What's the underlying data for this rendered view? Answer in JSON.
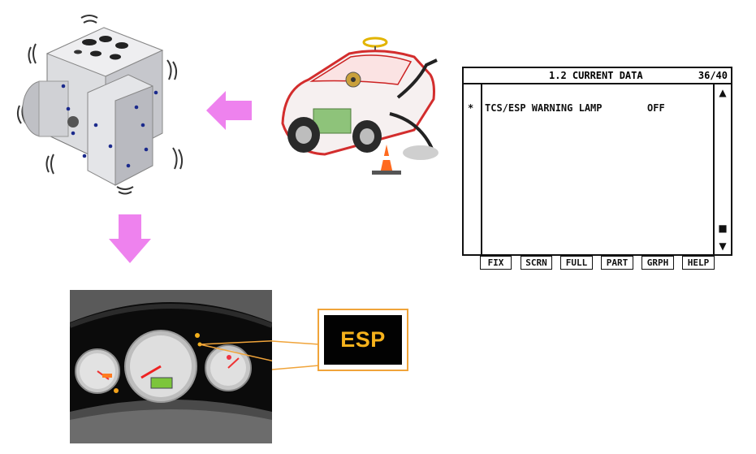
{
  "scan_tool": {
    "title": "1.2 CURRENT DATA",
    "page": "36/40",
    "row": {
      "marker": "*",
      "label": "TCS/ESP WARNING LAMP",
      "value": "OFF"
    },
    "scroll": {
      "up_glyph": "▲",
      "thumb_glyph": "■",
      "down_glyph": "▼"
    },
    "function_keys": [
      "FIX",
      "SCRN",
      "FULL",
      "PART",
      "GRPH",
      "HELP"
    ]
  },
  "callout": {
    "label": "ESP",
    "border_color": "#f0a43a",
    "text_color": "#f6b21c"
  },
  "arrows": {
    "color": "#ee82ee",
    "icons": [
      "arrow-left-icon",
      "arrow-down-icon"
    ]
  },
  "illustrations": [
    "abs-hydraulic-unit-illustration",
    "vehicle-cutaway-illustration",
    "instrument-cluster-photo"
  ]
}
